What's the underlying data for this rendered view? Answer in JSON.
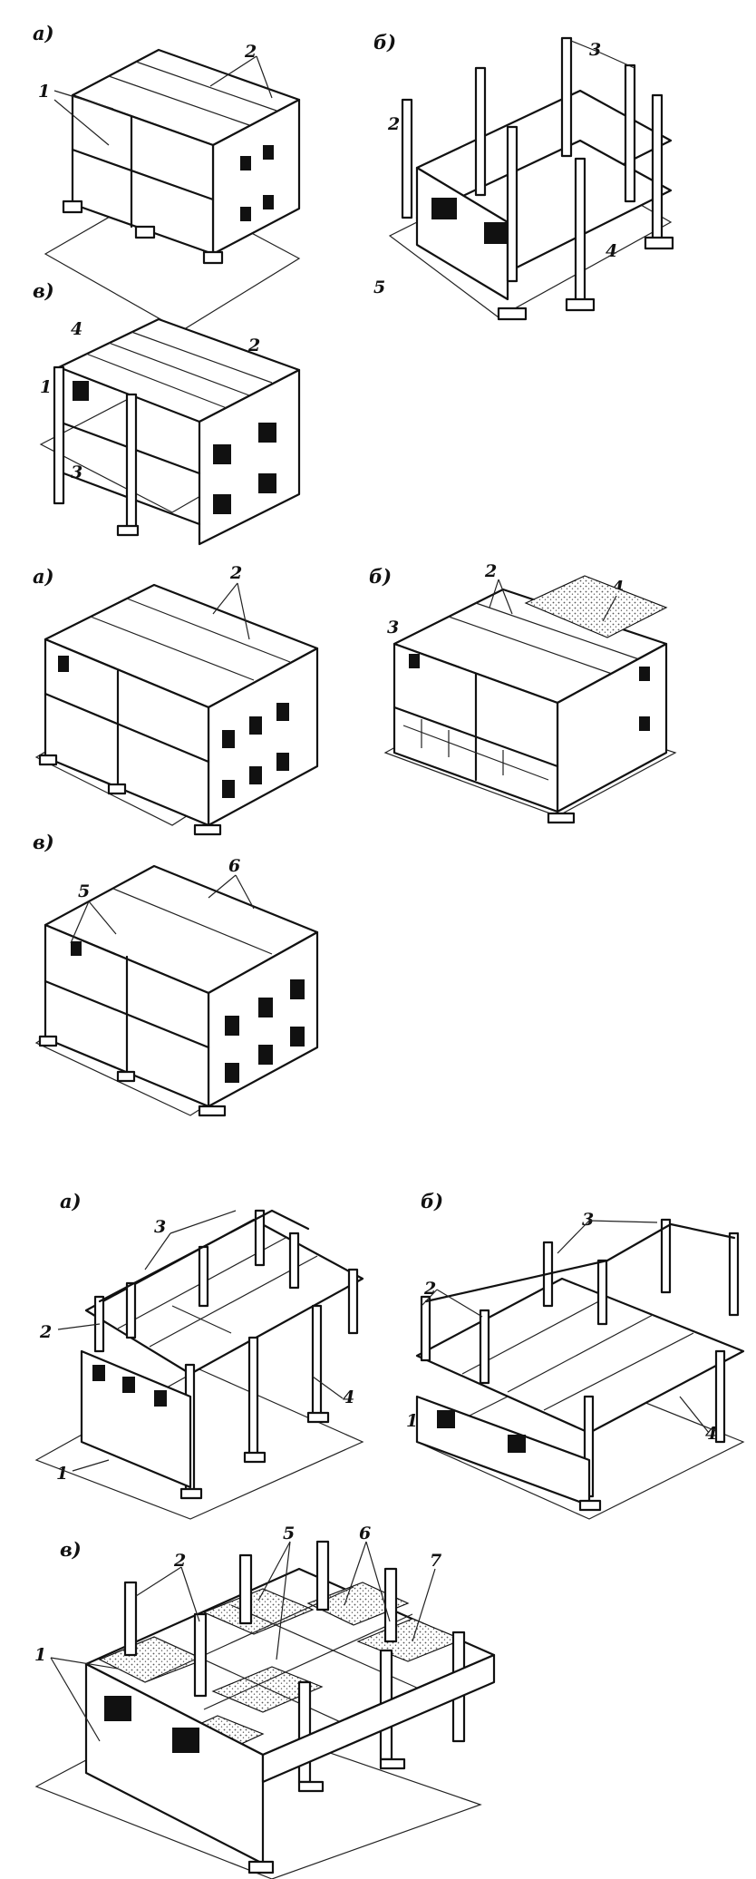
{
  "figure1": {
    "a": {
      "tag": "а)",
      "labels": [
        "1",
        "2"
      ]
    },
    "b": {
      "tag": "б)",
      "labels": [
        "3",
        "2",
        "4",
        "5"
      ]
    },
    "c": {
      "tag": "в)",
      "labels": [
        "4",
        "2",
        "1",
        "3"
      ]
    }
  },
  "figure2": {
    "a": {
      "tag": "а)",
      "labels": [
        "2"
      ]
    },
    "b": {
      "tag": "б)",
      "labels": [
        "2",
        "3",
        "4"
      ]
    },
    "c": {
      "tag": "в)",
      "labels": [
        "5",
        "6"
      ]
    }
  },
  "figure3": {
    "a": {
      "tag": "а)",
      "labels": [
        "3",
        "2",
        "4",
        "1"
      ]
    },
    "b": {
      "tag": "б)",
      "labels": [
        "3",
        "2",
        "1",
        "4"
      ]
    },
    "c": {
      "tag": "в)",
      "labels": [
        "2",
        "5",
        "6",
        "7",
        "1"
      ]
    }
  },
  "colors": {
    "ink": "#111111",
    "paper": "#ffffff",
    "fill_dots": "#888888"
  }
}
